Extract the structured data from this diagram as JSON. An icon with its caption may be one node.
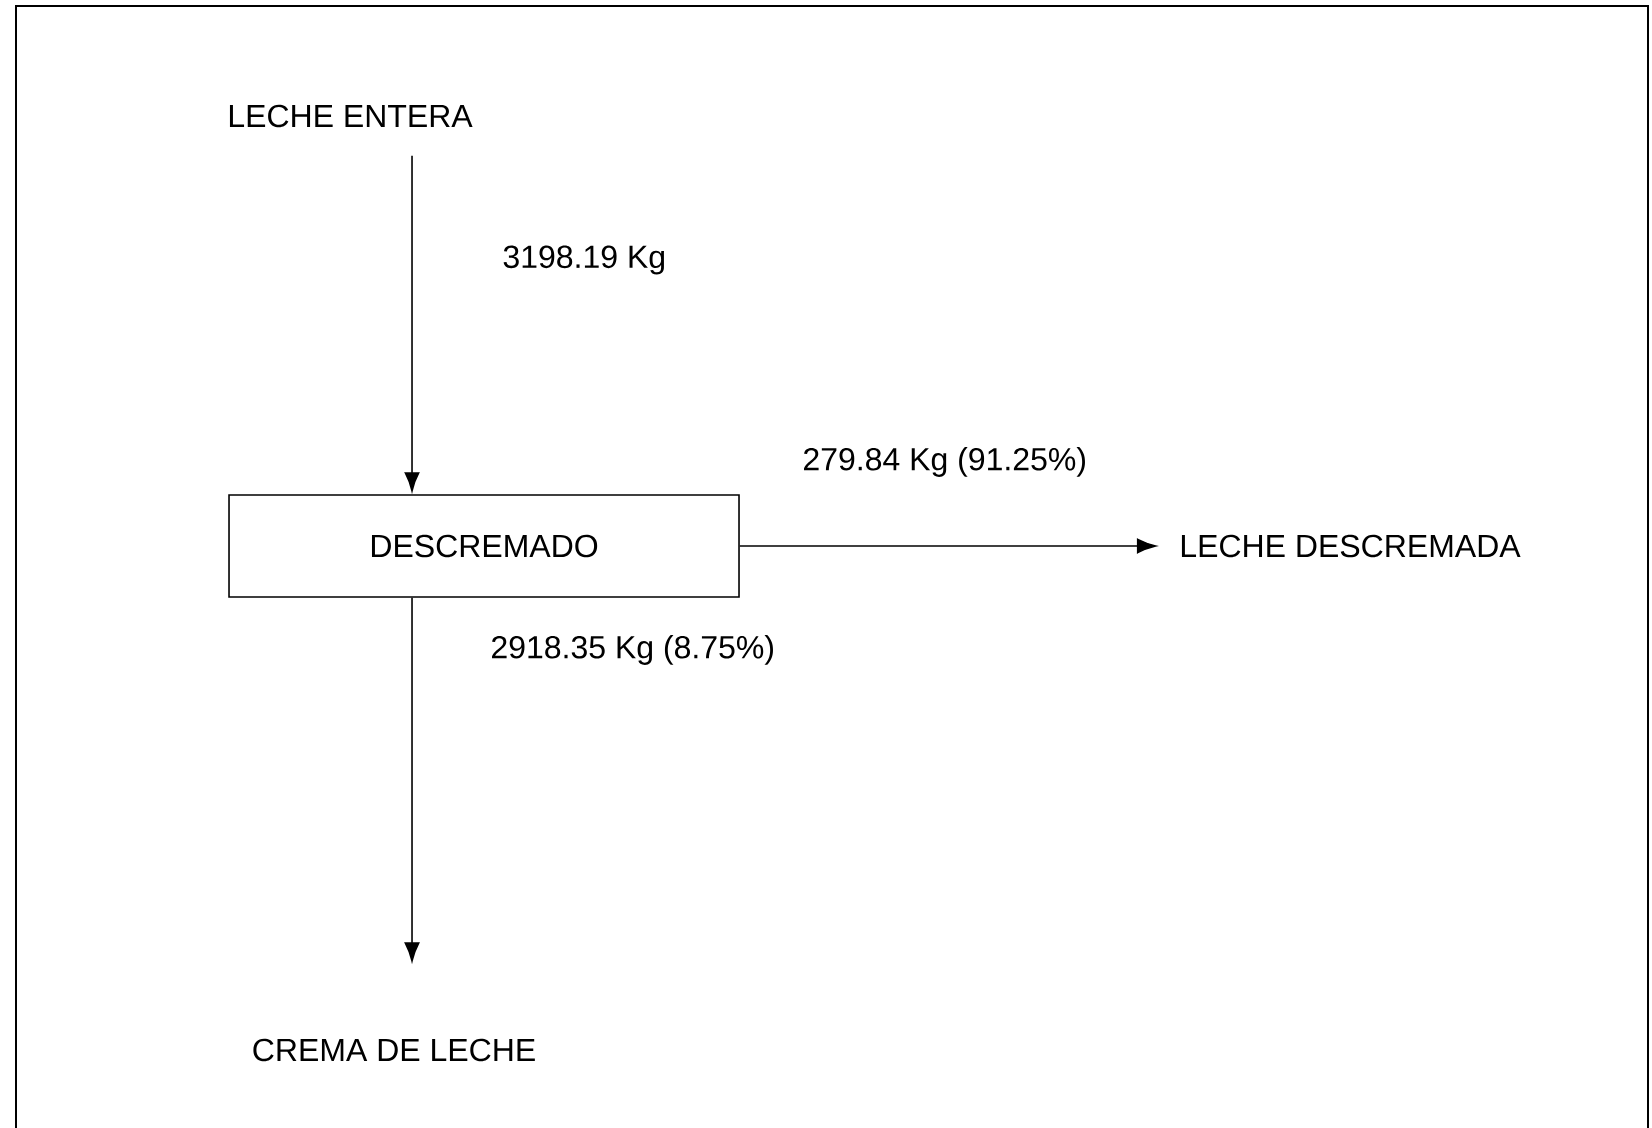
{
  "diagram": {
    "nodes": [
      {
        "text": [
          "LECHE ENTERA"
        ]
      },
      {
        "text": [
          "DESCREMADO"
        ]
      },
      {
        "text": [
          "LECHE DESCREMADA"
        ]
      },
      {
        "text": [
          "CREMA DE LECHE"
        ]
      }
    ],
    "edges": [
      {
        "from": 0,
        "to": 1,
        "arrow": "to",
        "label": "3198.19 Kg"
      },
      {
        "from": 1,
        "to": 2,
        "arrow": "to",
        "label": "279.84 Kg (91.25%)"
      },
      {
        "from": 1,
        "to": 3,
        "arrow": "to",
        "label": "2918.35 Kg (8.75%)"
      }
    ]
  }
}
